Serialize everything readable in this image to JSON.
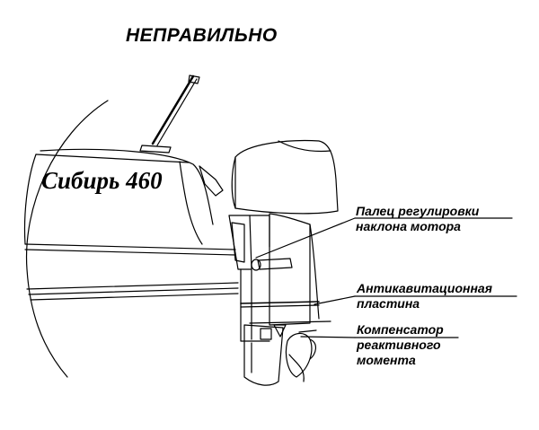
{
  "title": "НЕПРАВИЛЬНО",
  "boat_name": "Сибирь 460",
  "labels": {
    "trim_pin": [
      "Палец регулировки",
      "наклона мотора"
    ],
    "anti_cavitation_plate": [
      "Антикавитационная",
      "пластина"
    ],
    "torque_compensator": [
      "Компенсатор",
      "реактивного",
      "момента"
    ]
  }
}
